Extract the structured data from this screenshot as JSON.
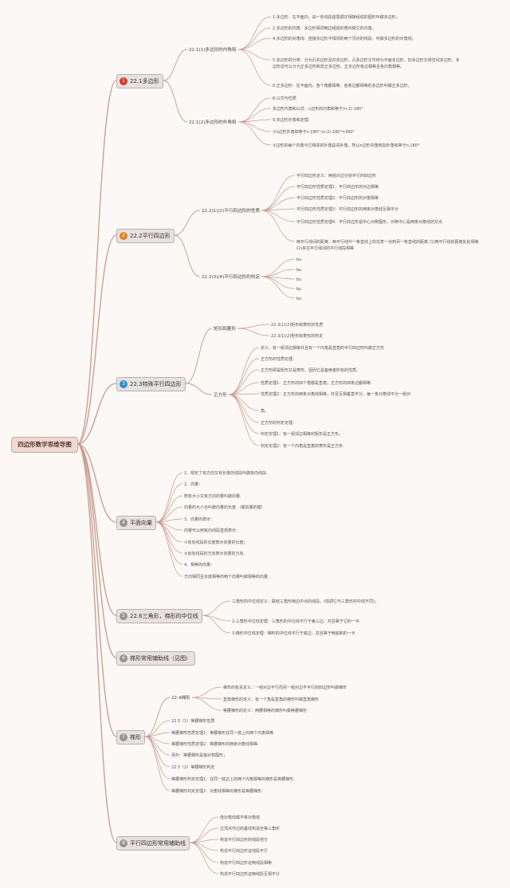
{
  "root": "四边形数学思维导图",
  "topics": [
    {
      "num": "1",
      "color": "#d63b2f",
      "label": "22.1多边形",
      "subs": [
        {
          "label": "22.1(1)多边形的内角和",
          "leaves": [
            "1.多边形：在平面内，由一些线段首尾顺次相接组成的图形叫做多边形。",
            "2.多边形的内角：多边形相邻两边组成的角叫做它的内角。",
            "4.多边形的对角线：连接多边形不相邻的两个顶点的线段，叫做多边形的对角线。",
            "5.多边形的分类：分为凸多边形及凹多边形，凸多边形又可称为平面多边形，凹多边形又称空间多边形。多边形还可以分为正多边形和非正多边形。正多边形各边相等且各内角相等。",
            "6.正多边形：在平面内，各个角都相等，各条边都相等的多边形叫做正多边形。"
          ]
        },
        {
          "label": "22.1(2)多边形的外角和",
          "leaves": [
            "8.公式与性质",
            "多边形内角和公式：n边形的内角和等于(n-2)·180°",
            "9.多边形外角和定理：",
            "①n边形外角和等于n·180°-(n-2)·180°=360°",
            "②边形的每个内角与它相邻的外角是邻补角，所以n边形内角和加外角和等于n·180°"
          ]
        }
      ]
    },
    {
      "num": "2",
      "color": "#e0822a",
      "label": "22.2平行四边形",
      "subs": [
        {
          "label": "22.2(1)(2)平行四边形的性质",
          "leaves": [
            "平行四边形定义：两组对边分别平行的四边形",
            "平行四边形性质定理1：平行四边形的对边相等",
            "平行四边形性质定理2：平行四边形的对角相等",
            "平行四边形性质定理3：平行四边形的两条对角线互相平分",
            "平行四边形性质定理4：平行四边形是中心对称图形，对称中心是两条对角线的交点",
            "两平行线间的距离：两平行线中一条直线上的任意一点到另一条直线的距离 (1)两平行线的距离处处相等 (2)夹在平行线间的平行线段相等"
          ]
        },
        {
          "label": "22.2(3)(4)平行四边形的判定",
          "leaves": [
            "bu",
            "bu",
            "bu",
            "bu",
            "bu"
          ]
        }
      ]
    },
    {
      "num": "3",
      "color": "#2f8fcf",
      "label": "22.3特殊平行四边形",
      "subs": [
        {
          "label": "矩形和菱形",
          "leaves": [
            "22.3(1)(2)矩形和菱形的性质",
            "22.3(1)(2)矩形和菱形的判定"
          ]
        },
        {
          "label": "正方形",
          "leaves": [
            "定义：有一组邻边相等并且有一个内角是直角的平行四边形叫做正方形",
            "正方形的性质定理：",
            "正方形即是矩形又是菱形，因而它具备两者所有的性质。",
            "性质定理1：正方形的四个角都是直角；正方形的四条边都相等.",
            "性质定理2：正方形的两条对角线相等，并且互相垂直平分，每一条对角线平分一组对",
            "角。",
            "正方形的判定定理：",
            "判定定理1：有一组邻边相等的矩形是正方形。",
            "判定定理2：有一个内角是直角的菱形是正方形."
          ]
        }
      ]
    },
    {
      "num": "4",
      "color": "#9a9292",
      "label": "平面向量",
      "subs": [],
      "leaves": [
        "1、规定了有方向又有长度的线段叫做有向线段.",
        "2、向量：",
        "既有大小又有方向的量叫做向量.",
        "向量的大小也叫做向量的长度.（或向量的模）",
        "3、向量的表示：",
        "向量可以用有向线段直观表示：",
        "①有向线段的长度表示向量的长度；",
        "②有向线段的方向表示向量的方向.",
        "4、相等的向量：",
        "方向相同且长度相等的两个向量叫做相等的向量."
      ]
    },
    {
      "num": "5",
      "color": "#9a9292",
      "label": "22.6三角形，梯形的中位线",
      "subs": [],
      "leaves": [
        "三角形的中位线定义：联结三角形两边中点的线段。(强调它与三角形的中线不同)；",
        "2.三角形中位线定理：三角形的中位线平行于第三边，并且等于它的一半.",
        "3.梯形中位线定理：梯形的中位线平行于底边，并且等于两底和的一半"
      ]
    },
    {
      "num": "6",
      "color": "#9a9292",
      "label": "梯形常用辅助线（见图）",
      "subs": [],
      "leaves": []
    },
    {
      "num": "7",
      "color": "#9a9292",
      "label": "梯形",
      "subs": [
        {
          "label": "22.4梯形",
          "leaves": [
            "梯形的有关定义：一组对边平行而另一组对边不平行的四边形叫做梯形",
            "直角梯形的定义：有一个角是直角的梯形叫做直角梯形",
            "等腰梯形的定义：两腰相等的梯形叫做等腰梯形"
          ]
        }
      ],
      "leaves": [
        "22.5（1）等腰梯形性质",
        "等腰梯形性质定理1：等腰梯形在同一底上的两个内角相等.",
        "等腰梯形性质定理2：等腰梯形的两条对角线相等.",
        "另外：等腰梯形是轴对称图形；",
        "22.5（2）等腰梯形判定",
        "等腰梯形判定定理1：在同一底边上的两个内角相等的梯形是等腰梯形.",
        "等腰梯形判定定理2：对角线相等的梯形是等腰梯形."
      ]
    },
    {
      "num": "8",
      "color": "#9a9292",
      "label": "平行四边形常用辅助线",
      "subs": [],
      "leaves": [
        "连对角线或平移对角线",
        "过顶点作边的垂线构造全等三角形",
        "构造平行四边形的线段倍分",
        "构造平行四边形证线段平行",
        "构造平行四边形证两线段相等",
        "构造平行四边形证两线段互相平分"
      ]
    }
  ]
}
